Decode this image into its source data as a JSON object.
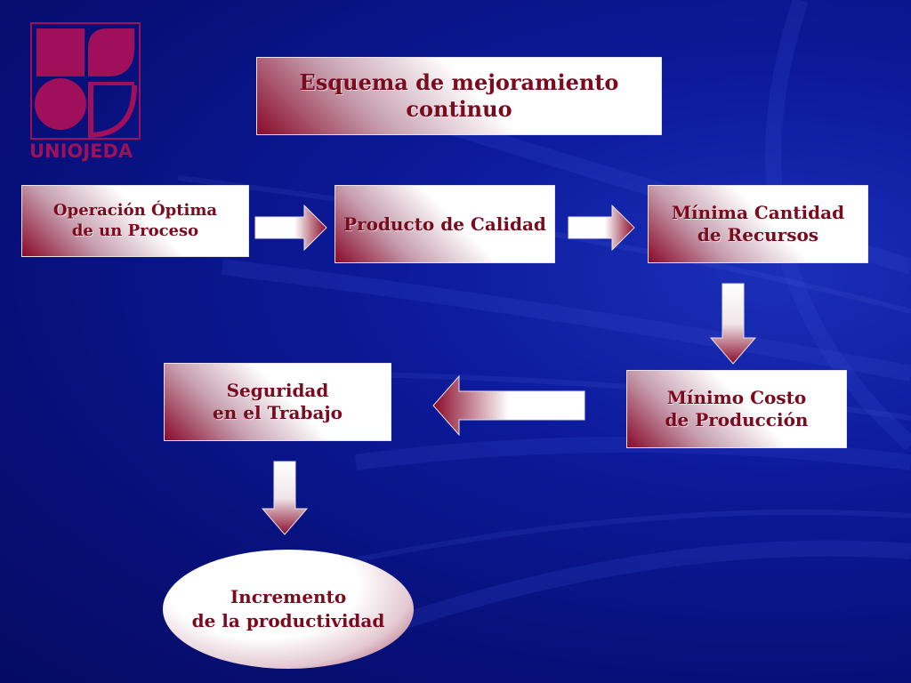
{
  "logo": {
    "name": "UNIOJEDA",
    "color": "#a0105a"
  },
  "title": "Esquema de mejoramiento continuo",
  "steps": {
    "operacion": "Operación Óptima\nde un Proceso",
    "producto": "Producto de Calidad",
    "minima": "Mínima Cantidad\nde Recursos",
    "costo": "Mínimo Costo\nde Producción",
    "seguridad": "Seguridad\nen el Trabajo",
    "incremento": "Incremento\nde la productividad"
  },
  "colors": {
    "text": "#7a0a1e",
    "background": "#0c1a9a",
    "box_accent": "#8a0a2a"
  }
}
